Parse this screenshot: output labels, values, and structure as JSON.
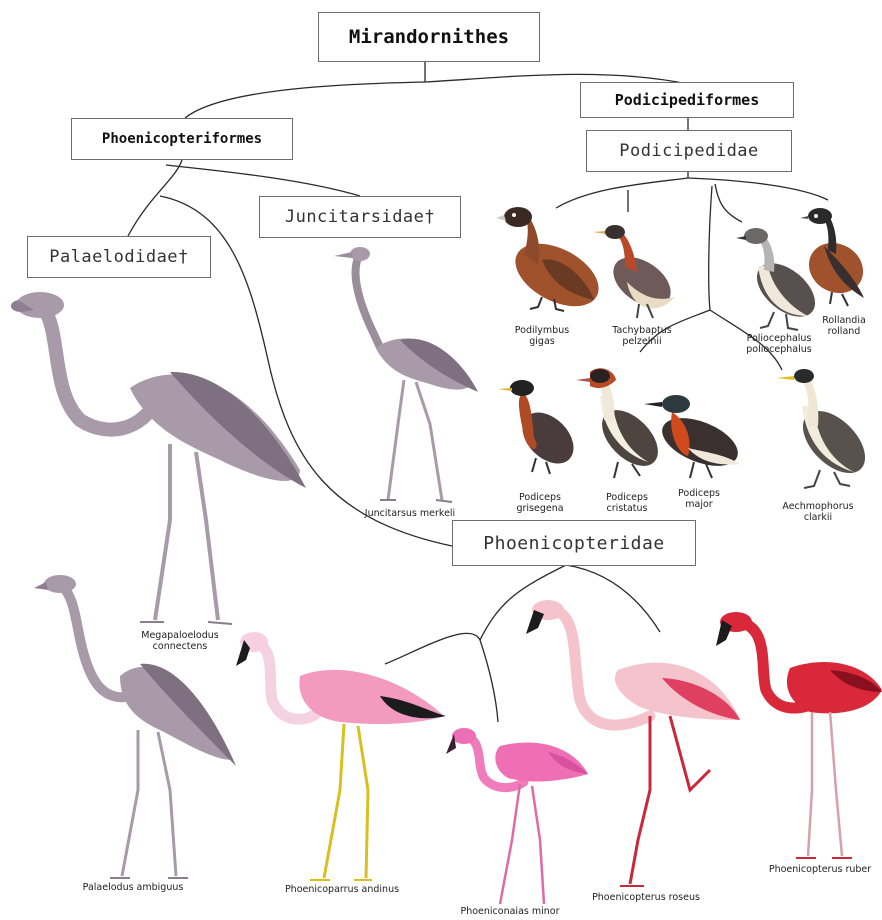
{
  "nodes": {
    "root": "Mirandornithes",
    "phoenicopteriformes": "Phoenicopteriformes",
    "podicipediformes": "Podicipediformes",
    "podicipedidae": "Podicipedidae",
    "juncitarsidae": "Juncitarsidae†",
    "palaelodidae": "Palaelodidae†",
    "phoenicopteridae": "Phoenicopteridae"
  },
  "species": {
    "podilymbus": [
      "Podilymbus",
      "gigas"
    ],
    "tachybaptus": [
      "Tachybaptus",
      "pelzelnii"
    ],
    "poliocephalus": [
      "Poliocephalus",
      "poliocephalus"
    ],
    "rollandia": [
      "Rollandia",
      "rolland"
    ],
    "grisegena": [
      "Podiceps",
      "grisegena"
    ],
    "cristatus": [
      "Podiceps",
      "cristatus"
    ],
    "major": [
      "Podiceps",
      "major"
    ],
    "aechmophorus": [
      "Aechmophorus",
      "clarkii"
    ],
    "juncitarsus": [
      "Juncitarsus merkeli"
    ],
    "megapaloelodus": [
      "Megapaloelodus",
      "connectens"
    ],
    "palaelodus": [
      "Palaelodus ambiguus"
    ],
    "andinus": [
      "Phoenicoparrus andinus"
    ],
    "minor": [
      "Phoeniconaias minor"
    ],
    "roseus": [
      "Phoenicopterus roseus"
    ],
    "ruber": [
      "Phoenicopterus ruber"
    ]
  },
  "colors": {
    "line": "#2a2a2a",
    "fossil_body": "#a89aa8",
    "fossil_shade": "#7e7080",
    "grebe_rufous": "#a0522d",
    "grebe_dark": "#3a2f2f",
    "andinus_pink": "#f29ac0",
    "minor_pink": "#ee6fb4",
    "roseus_pink": "#f4c3cc",
    "ruber_red": "#d8283a",
    "leg_red": "#c8283a",
    "leg_yellow": "#d8c020",
    "bill_black": "#1c1c1c"
  }
}
